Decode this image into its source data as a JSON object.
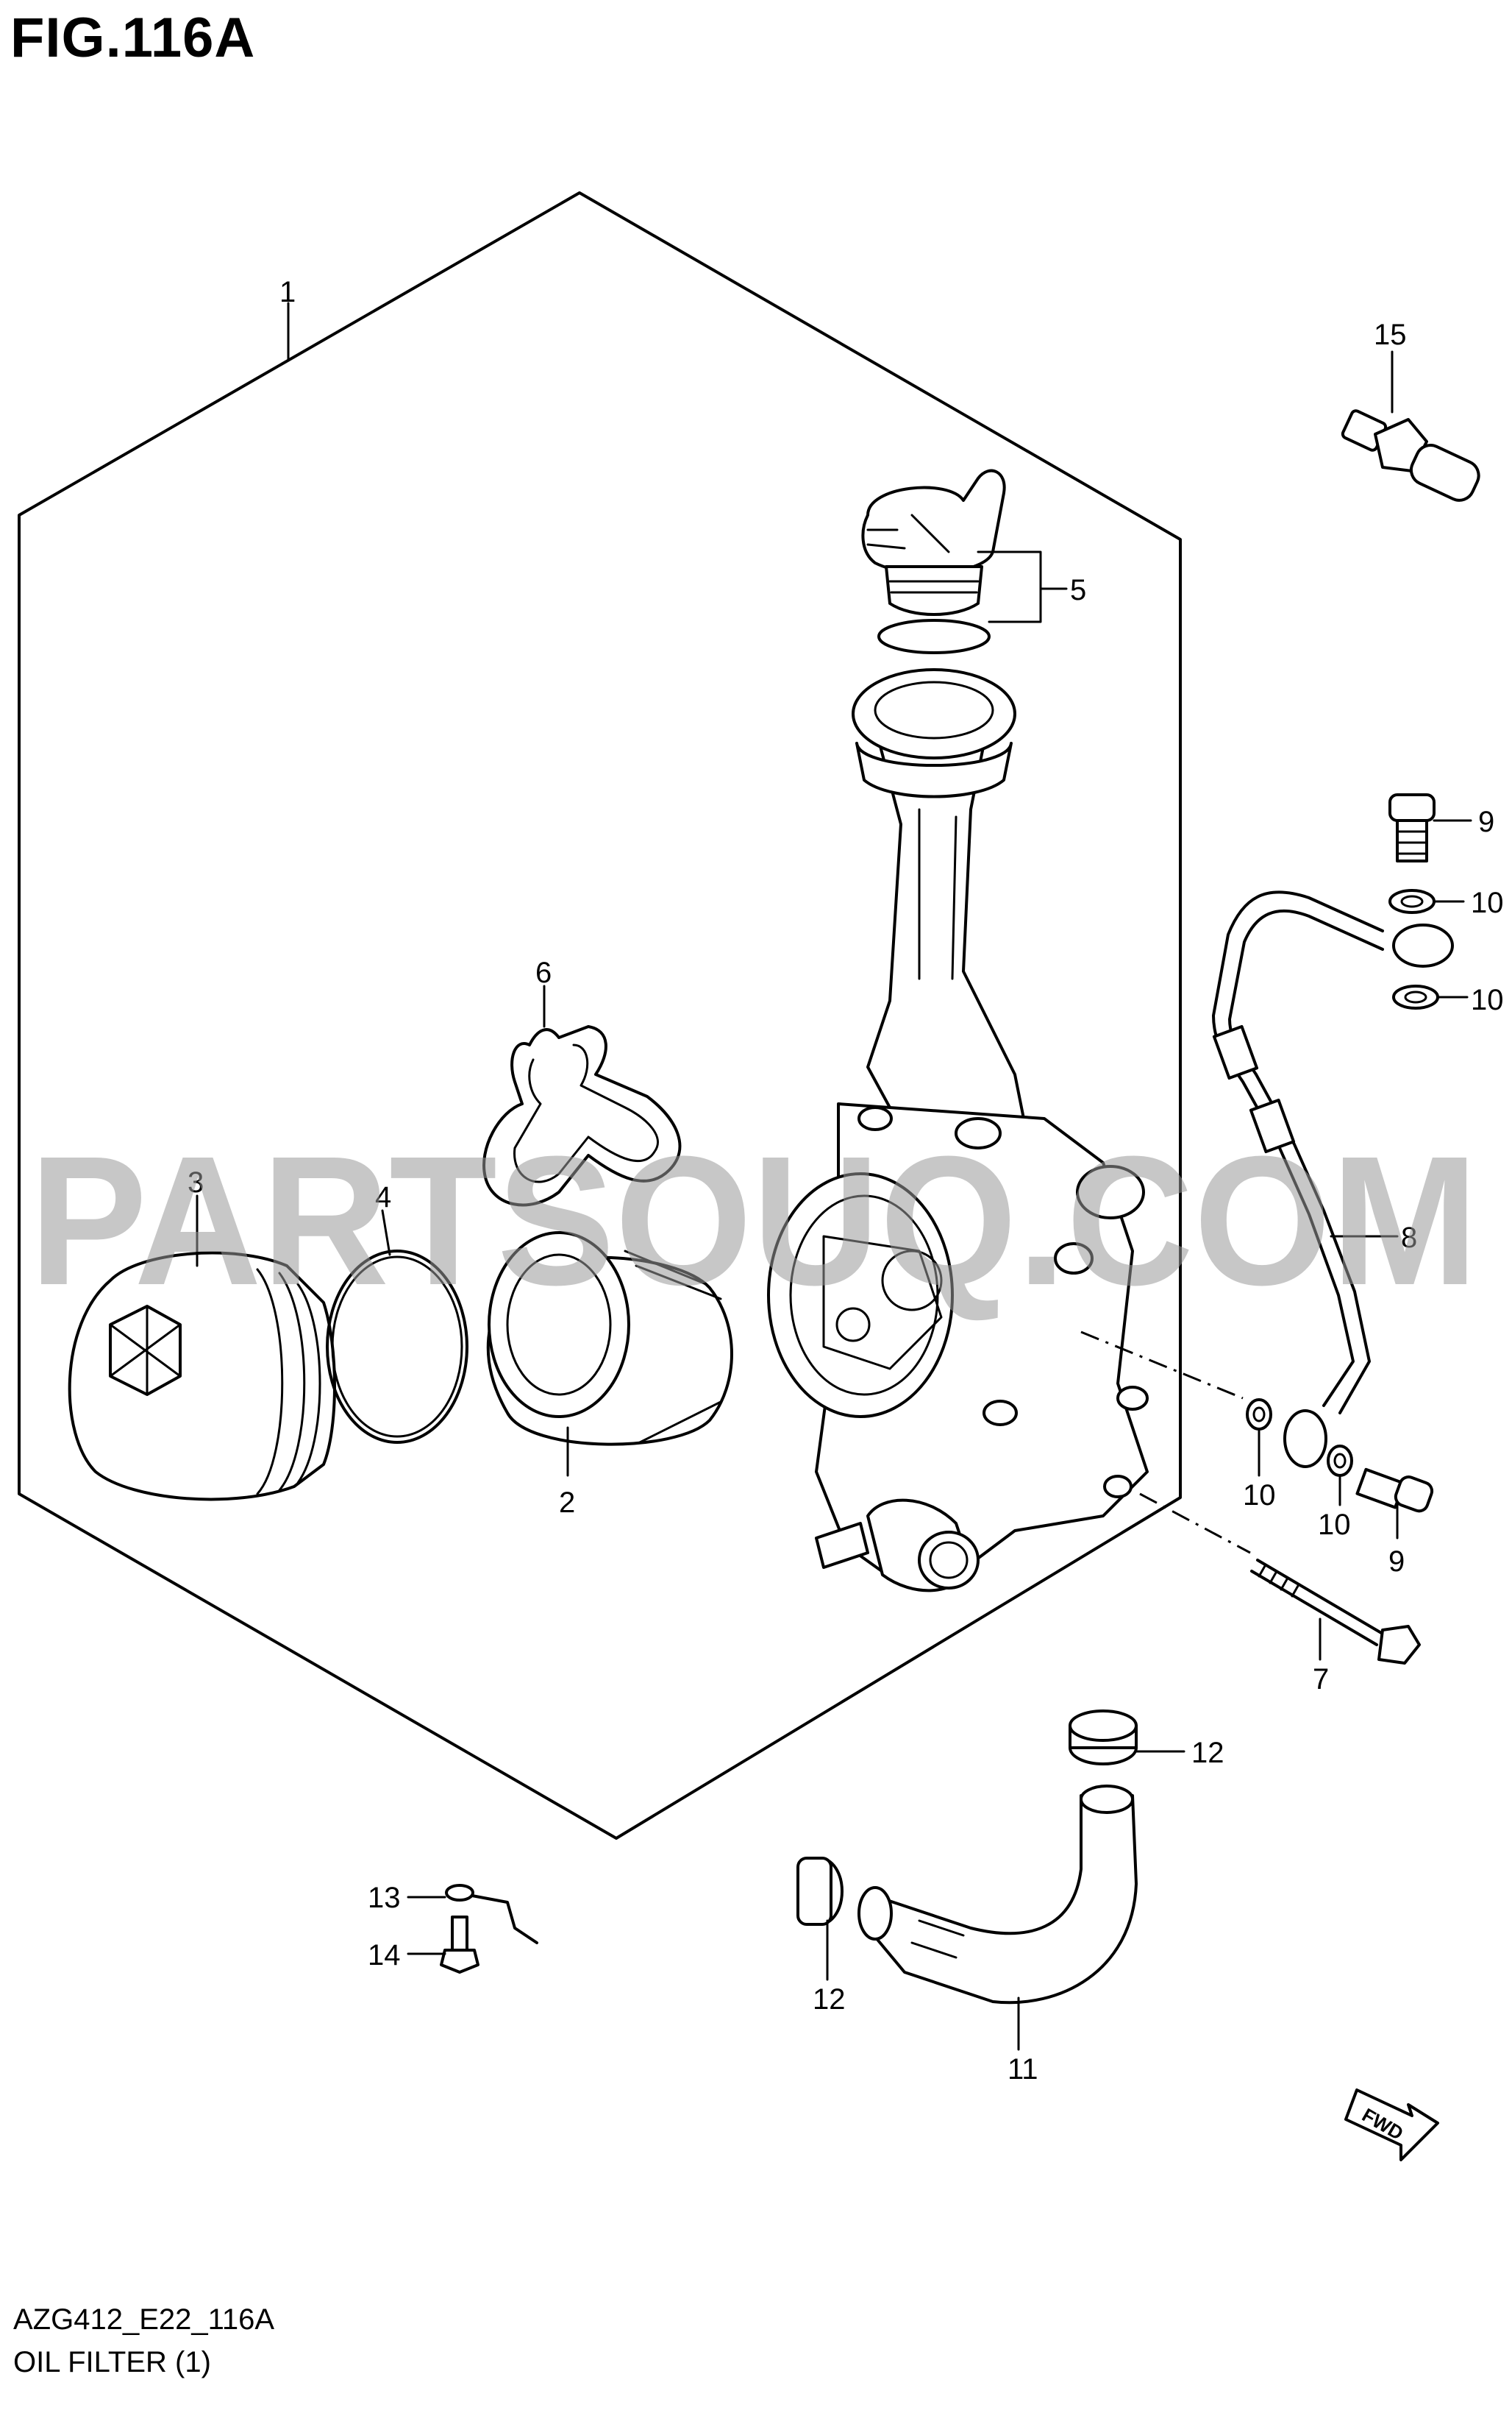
{
  "figure": {
    "title": "FIG.116A",
    "code": "AZG412_E22_116A",
    "name": "OIL FILTER (1)",
    "watermark": "PARTSOUQ.COM",
    "fwd_label": "FWD"
  },
  "callouts": {
    "c1": "1",
    "c2": "2",
    "c3": "3",
    "c4": "4",
    "c5": "5",
    "c6": "6",
    "c7": "7",
    "c8": "8",
    "c9a": "9",
    "c9b": "9",
    "c10a": "10",
    "c10b": "10",
    "c10c": "10",
    "c10d": "10",
    "c11": "11",
    "c12a": "12",
    "c12b": "12",
    "c13": "13",
    "c14": "14",
    "c15": "15"
  },
  "colors": {
    "line": "#000000",
    "background": "#ffffff",
    "watermark": "#9a9a9a"
  }
}
